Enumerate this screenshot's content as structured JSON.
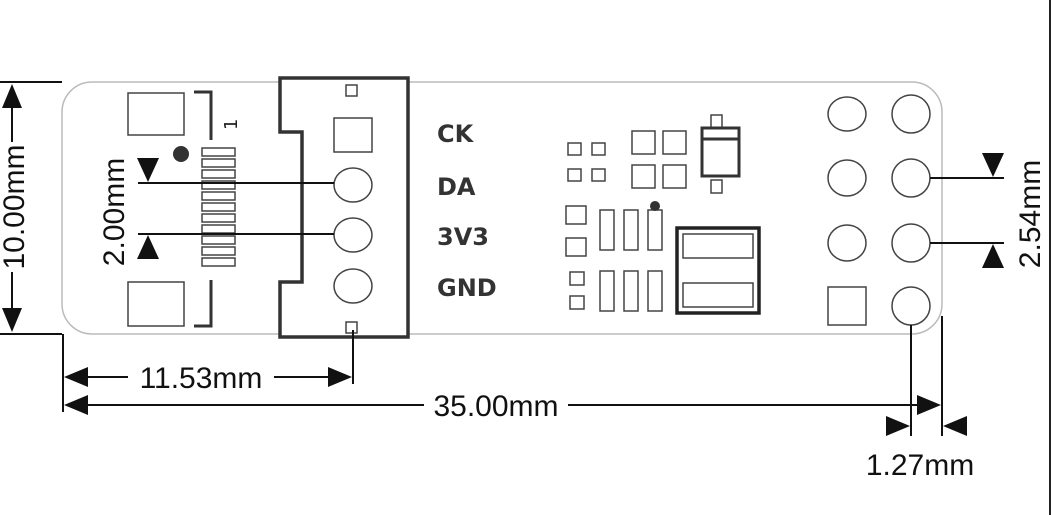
{
  "board": {
    "pins": [
      "CK",
      "DA",
      "3V3",
      "GND"
    ],
    "pin1_marker": "1"
  },
  "dimensions": {
    "height": "10.00mm",
    "connector_pitch": "2.00mm",
    "connector_offset": "11.53mm",
    "length": "35.00mm",
    "header_pitch": "2.54mm",
    "edge_offset": "1.27mm"
  },
  "colors": {
    "outline": "#bbbbbb",
    "connector": "#333333",
    "dimension_line": "#111111"
  }
}
